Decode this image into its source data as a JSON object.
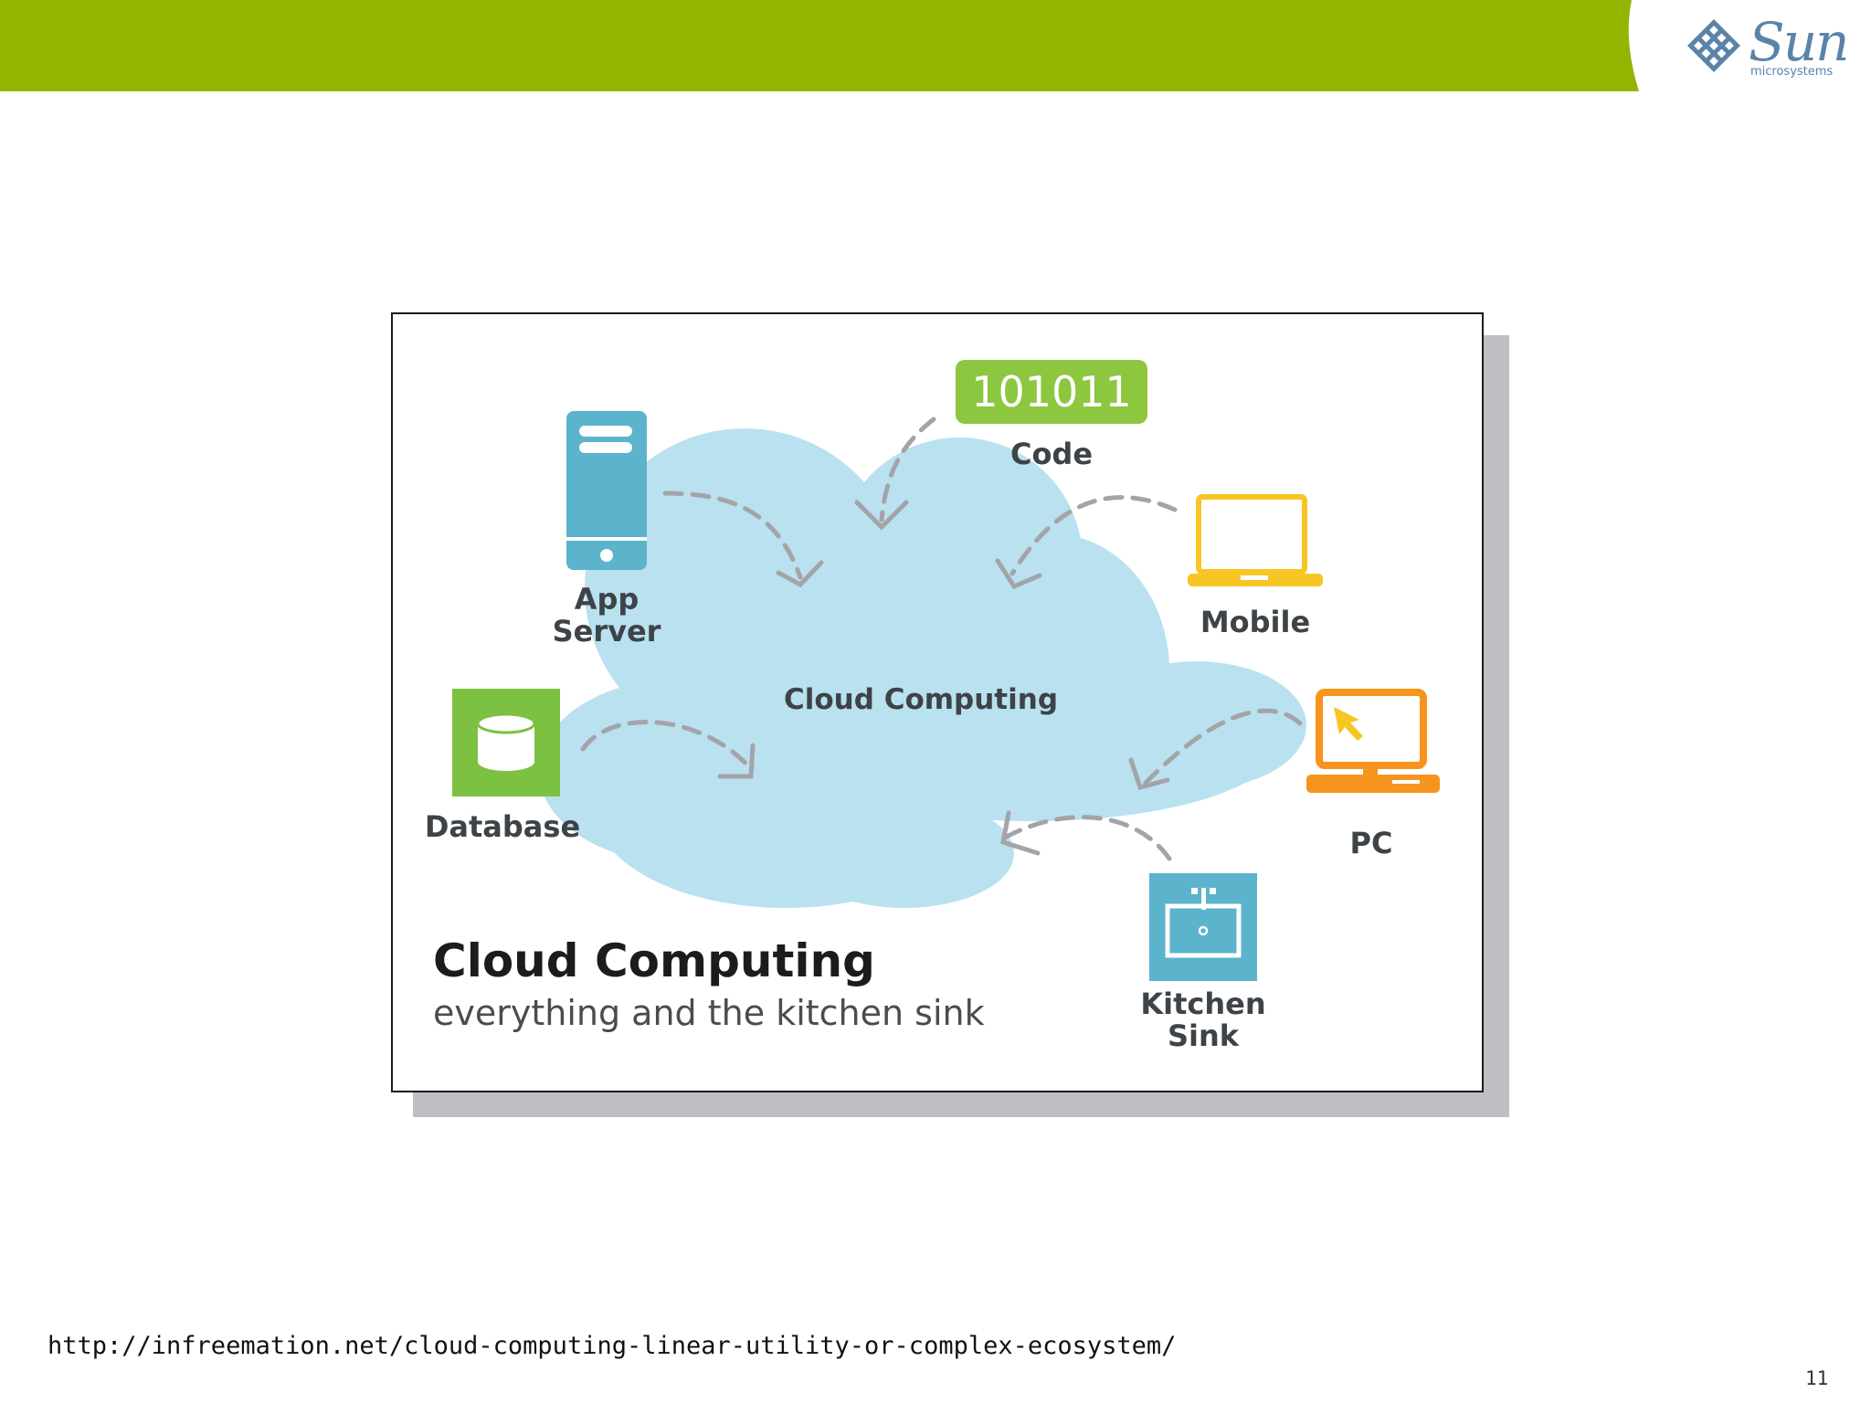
{
  "header": {
    "logo": {
      "wordmark": "Sun",
      "sub": "microsystems",
      "color": "#5b83a8"
    },
    "bar_color": "#94b500"
  },
  "figure": {
    "title": "Cloud Computing",
    "subtitle": "everything and the kitchen sink",
    "center_label": "Cloud Computing",
    "nodes": {
      "code": {
        "badge": "101011",
        "label": "Code",
        "color": "#8dc63f"
      },
      "app_server": {
        "label_line1": "App",
        "label_line2": "Server",
        "color": "#5cb3cc"
      },
      "mobile": {
        "label": "Mobile",
        "color": "#f7c623"
      },
      "database": {
        "label": "Database",
        "color": "#7dc142"
      },
      "pc": {
        "label": "PC",
        "color": "#f7941d"
      },
      "kitchen_sink": {
        "label_line1": "Kitchen",
        "label_line2": "Sink",
        "color": "#5cb3cc"
      }
    },
    "cloud_color": "#b9e1f0",
    "arrow_color": "#a4a4a8"
  },
  "footer": {
    "source_url": "http://infreemation.net/cloud-computing-linear-utility-or-complex-ecosystem/",
    "page_number": "11"
  }
}
